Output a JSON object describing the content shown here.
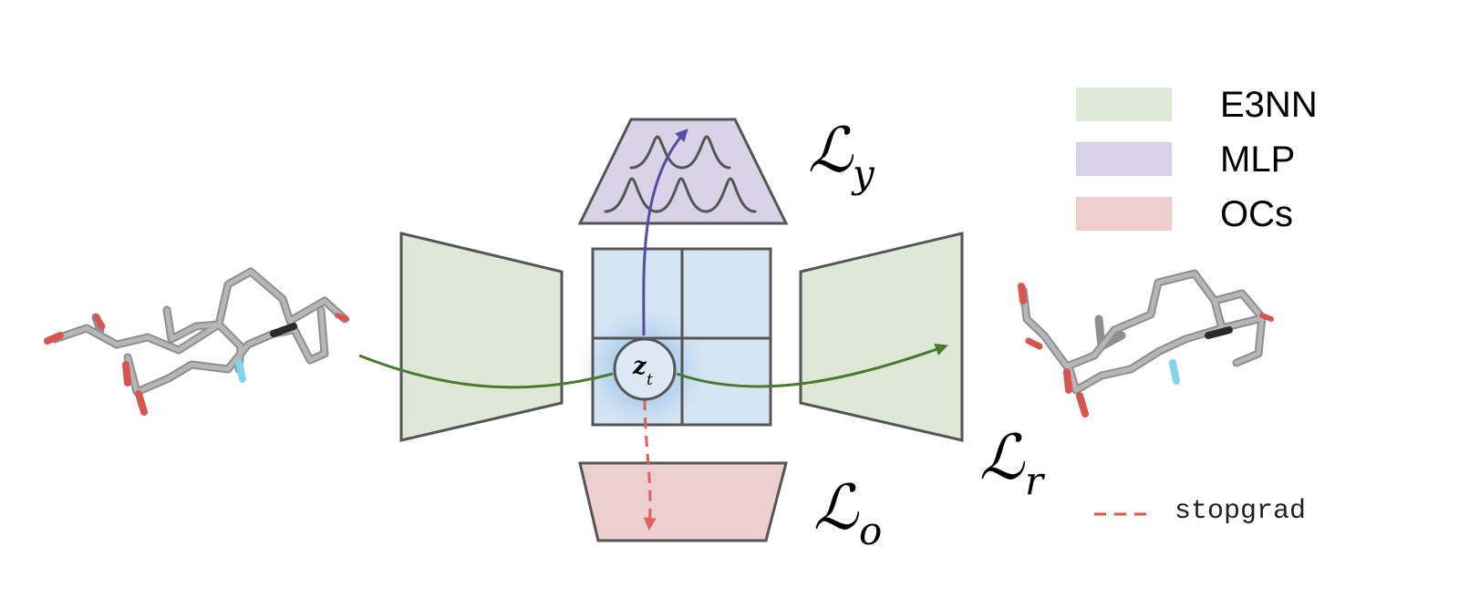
{
  "legend": {
    "items": [
      {
        "label": "E3NN",
        "color": "#dde9d6"
      },
      {
        "label": "MLP",
        "color": "#d8d3e7"
      },
      {
        "label": "OCs",
        "color": "#edcfcf"
      }
    ],
    "stopgrad_label": "stopgrad",
    "stopgrad_color": "#e05545"
  },
  "losses": {
    "y": {
      "script": "ℒ",
      "subscript": "y"
    },
    "r": {
      "script": "ℒ",
      "subscript": "r"
    },
    "o": {
      "script": "ℒ",
      "subscript": "o"
    }
  },
  "latent": {
    "symbol": "z",
    "subscript": "t"
  },
  "colors": {
    "encoder_fill": "#dde9d6",
    "mlp_fill": "#d8d3e7",
    "oc_fill": "#edcfcf",
    "latent_grid_fill": "#d5e5f3",
    "latent_glow": "#6aa6e0",
    "flow_green": "#4a7a2e",
    "flow_purple": "#5a4aa8",
    "flow_red": "#e06060",
    "outline": "#555555",
    "molecule_bond": "#a8a8a8",
    "oxygen": "#d9534f",
    "fluorine": "#7fd6e8"
  },
  "icons": {
    "input_molecule": "molecule-3d-structure",
    "output_molecule": "molecule-3d-structure",
    "distribution_peaks": "gaussian-peaks"
  }
}
